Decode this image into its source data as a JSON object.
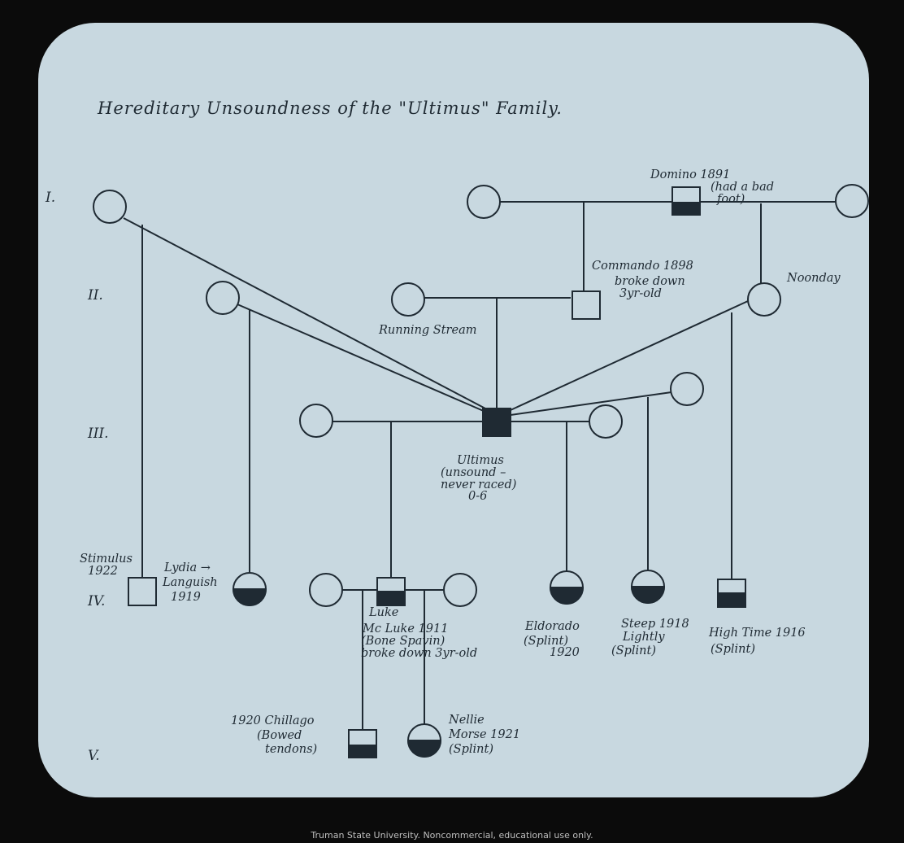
{
  "title": "Hereditary Unsoundness of the \"Ultimus\" Family.",
  "generations": [
    "I.",
    "II.",
    "III.",
    "IV.",
    "V."
  ],
  "labels": {
    "domino": [
      "Domino 1891",
      "(had a bad",
      "foot)"
    ],
    "commando": [
      "Commando 1898",
      "broke down",
      "3yr-old"
    ],
    "noonday": [
      "Noonday"
    ],
    "running_stream": [
      "Running Stream"
    ],
    "ultimus": [
      "Ultimus",
      "(unsound –",
      "never raced)",
      "0-6"
    ],
    "stimulus": [
      "Stimulus",
      "1922"
    ],
    "lydia": [
      "Lydia →",
      "Languish",
      "1919"
    ],
    "luke": [
      "Luke",
      "Mc Luke 1911",
      "(Bone Spavin)",
      "broke down 3yr-old"
    ],
    "eldorado": [
      "Eldorado",
      "(Splint)",
      "1920"
    ],
    "steep": [
      "Steep 1918",
      "Lightly",
      "(Splint)"
    ],
    "high_time": [
      "High Time 1916",
      "(Splint)"
    ],
    "chillago": [
      "1920 Chillago",
      "(Bowed",
      "tendons)"
    ],
    "nellie": [
      "Nellie",
      "Morse 1921",
      "(Splint)"
    ]
  },
  "colors": {
    "slide": "#c8d8e0",
    "ink": "#1f2a33",
    "fill": "#1f2a33"
  },
  "credit": "Truman State University.  Noncommercial, educational use only."
}
